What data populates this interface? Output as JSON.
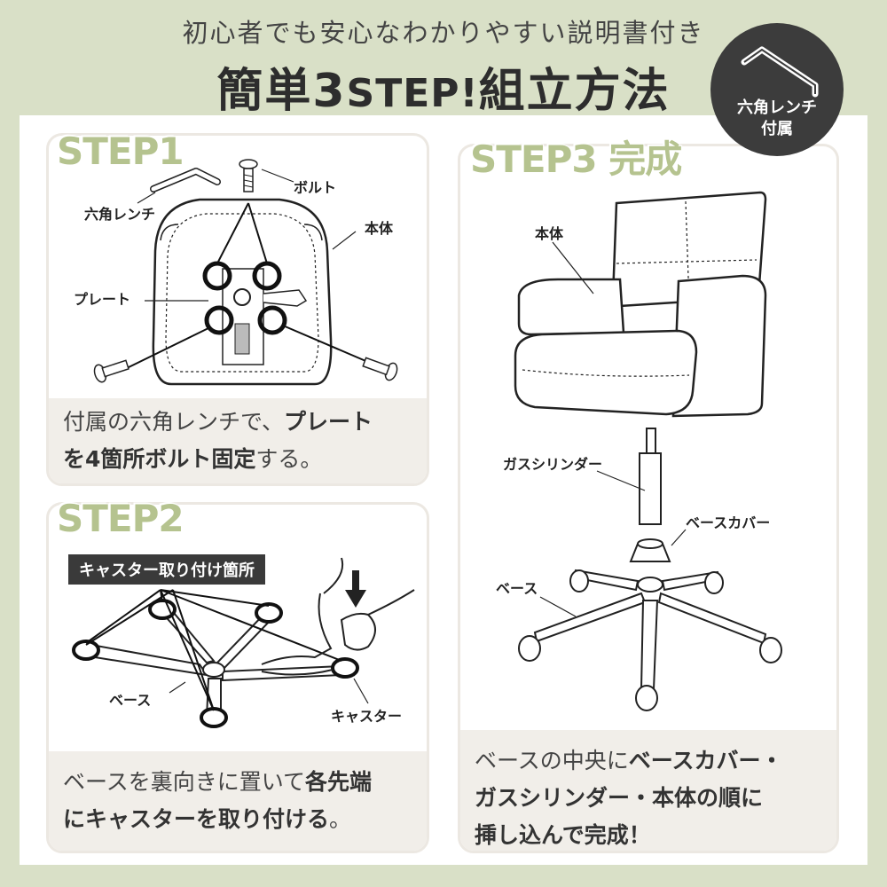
{
  "header": {
    "subtitle": "初心者でも安心なわかりやすい説明書付き",
    "title_pre": "簡単3",
    "title_step": "STEP!",
    "title_post": "組立方法"
  },
  "badge": {
    "line1": "六角レンチ",
    "line2": "付属"
  },
  "step1": {
    "label": "STEP1",
    "labels": {
      "bolt": "ボルト",
      "wrench": "六角レンチ",
      "body": "本体",
      "plate": "プレート"
    },
    "caption": {
      "p1": "付属の六角レンチで、",
      "b1": "プレート",
      "b2": "を4箇所ボルト固定",
      "p2": "する。"
    }
  },
  "step2": {
    "label": "STEP2",
    "tag": "キャスター取り付け箇所",
    "labels": {
      "base": "ベース",
      "caster": "キャスター"
    },
    "caption": {
      "p1": "ベースを裏向きに置いて",
      "b1": "各先端",
      "b2": "にキャスターを取り付ける",
      "p2": "。"
    }
  },
  "step3": {
    "label": "STEP3 完成",
    "labels": {
      "body": "本体",
      "gas": "ガスシリンダー",
      "cover": "ベースカバー",
      "base": "ベース"
    },
    "caption": {
      "p1": "ベースの中央に",
      "b1": "ベースカバー・",
      "b2": "ガスシリンダー・本体の順に",
      "b3": "挿し込んで完成！"
    }
  }
}
